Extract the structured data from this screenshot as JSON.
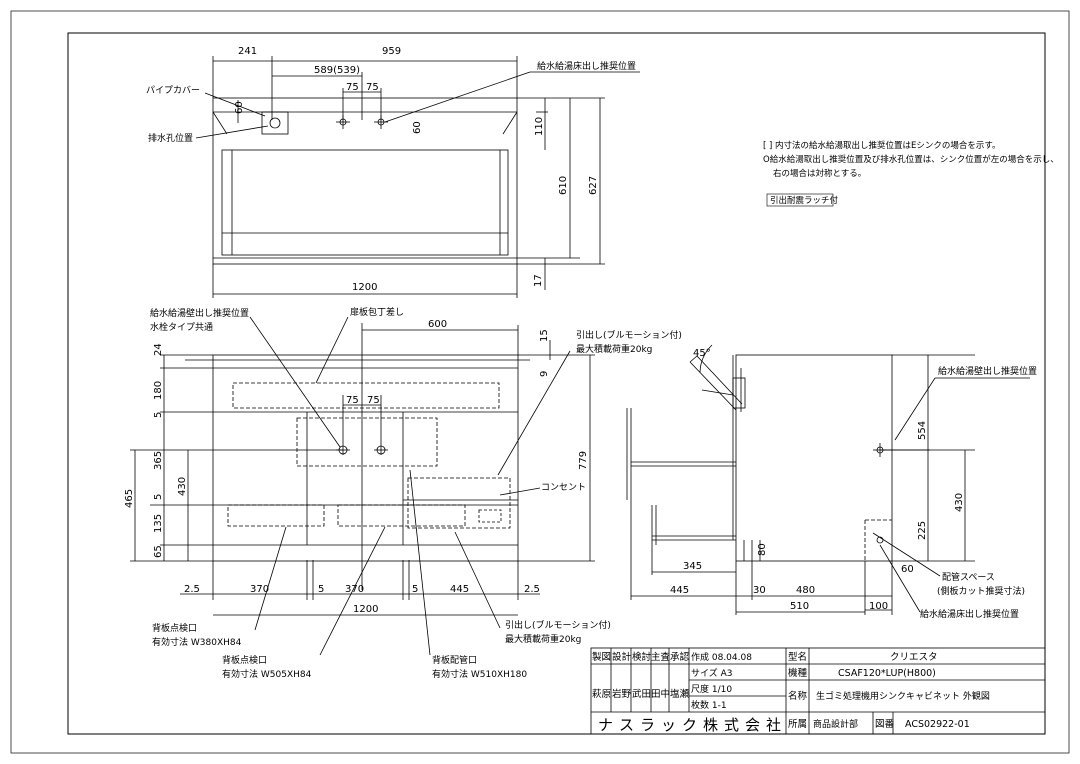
{
  "plan_view": {
    "dim_top_left": "241",
    "dim_top_right": "959",
    "dim_center": "589(539)",
    "dim_75a": "75",
    "dim_75b": "75",
    "dim_60a": "60",
    "dim_60b": "60",
    "dim_110": "110",
    "dim_610": "610",
    "dim_627": "627",
    "dim_17": "17",
    "dim_width": "1200",
    "label_pipe_cover": "パイプカバー",
    "label_drain_hole": "排水孔位置",
    "label_floor_outlet": "給水給湯床出し推奨位置"
  },
  "notes": {
    "line1": "[ ] 内寸法の給水給湯取出し推奨位置はEシンクの場合を示す。",
    "line2": "O給水給湯取出し推奨位置及び排水孔位置は、シンク位置が左の場合を示し、",
    "line3": "右の場合は対称とする。",
    "line4": "引出耐震ラッチ付"
  },
  "front_view": {
    "label_wall_outlet": "給水給湯壁出し推奨位置",
    "label_faucet": "水栓タイプ共通",
    "label_knife": "扉板包丁差し",
    "label_drawer_top": "引出し(ブルモーション付)",
    "label_load_top": "最大積載荷重20kg",
    "label_outlet": "コンセント",
    "label_drawer_bottom": "引出し(ブルモーション付)",
    "label_load_bottom": "最大積載荷重20kg",
    "dim_600": "600",
    "dim_15": "15",
    "dim_9": "9",
    "dim_24": "24",
    "dim_180": "180",
    "dim_5a": "5",
    "dim_75a": "75",
    "dim_75b": "75",
    "dim_365": "365",
    "dim_430": "430",
    "dim_465": "465",
    "dim_5b": "5",
    "dim_135": "135",
    "dim_65": "65",
    "dim_779": "779",
    "dim_25a": "2.5",
    "dim_370a": "370",
    "dim_5c": "5",
    "dim_370b": "370",
    "dim_5d": "5",
    "dim_445": "445",
    "dim_25b": "2.5",
    "dim_1200": "1200",
    "back_inspect1_title": "背板点検口",
    "back_inspect1_size": "有効寸法 W380XH84",
    "back_inspect2_title": "背板点検口",
    "back_inspect2_size": "有効寸法 W505XH84",
    "back_piping_title": "背板配管口",
    "back_piping_size": "有効寸法 W510XH180"
  },
  "side_view": {
    "dim_45deg": "45°",
    "label_wall_outlet": "給水給湯壁出し推奨位置",
    "dim_554": "554",
    "dim_430": "430",
    "dim_225": "225",
    "dim_80": "80",
    "dim_60": "60",
    "dim_345": "345",
    "dim_445": "445",
    "dim_30": "30",
    "dim_480": "480",
    "dim_510": "510",
    "dim_100": "100",
    "label_pipe_space": "配管スペース",
    "label_pipe_space_note": "(側板カット推奨寸法)",
    "label_floor_outlet": "給水給湯床出し推奨位置"
  },
  "title_block": {
    "h_seizu": "製図",
    "h_sekkei": "設計",
    "h_kento": "検討",
    "h_shusa": "主査",
    "h_shonin": "承認",
    "n_seizu": "萩原",
    "n_sekkei": "岩野",
    "n_kento": "武田",
    "n_shusa": "田中",
    "n_shonin": "塩瀬",
    "created": "作成 08.04.08",
    "size": "サイズ A3",
    "scale": "尺度 1/10",
    "sheets": "枚数 1-1",
    "l_katamei": "型名",
    "v_katamei": "クリエスタ",
    "l_kishu": "機種",
    "v_kishu": "CSAF120*LUP(H800)",
    "l_meisho": "名称",
    "v_meisho": "生ゴミ処理機用シンクキャビネット 外観図",
    "company": "ナスラック株式会社",
    "l_shozoku": "所属",
    "v_shozoku": "商品設計部",
    "l_zuban": "図番",
    "v_zuban": "ACS02922-01"
  }
}
